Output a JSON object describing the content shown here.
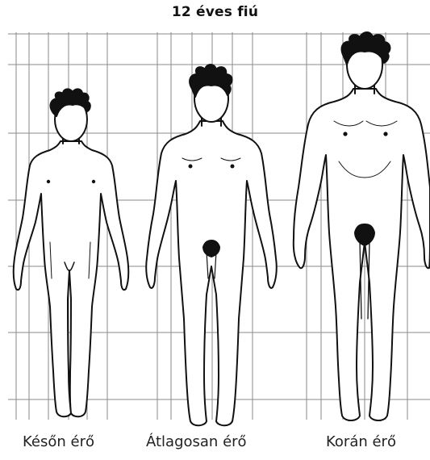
{
  "title": "12 éves fiú",
  "labels": {
    "late": "Későn érő",
    "average": "Átlagosan érő",
    "early": "Korán érő"
  },
  "colors": {
    "grid": "#8a8a8a",
    "outline": "#111111",
    "background": "#ffffff"
  }
}
